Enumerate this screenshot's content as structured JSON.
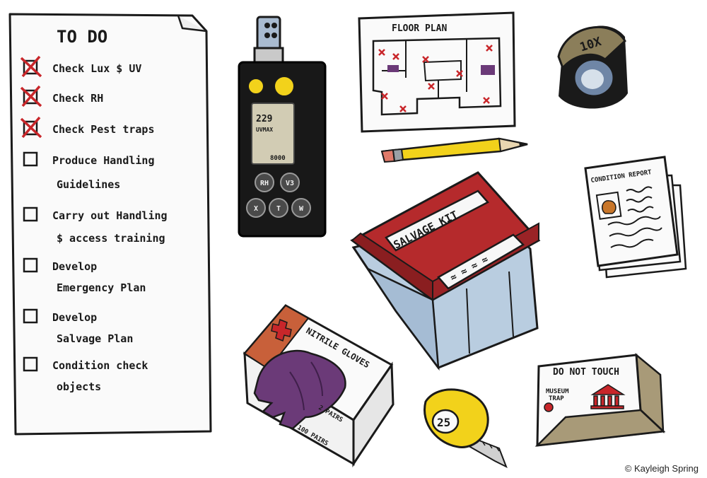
{
  "todo": {
    "title": "TO DO",
    "items": [
      {
        "line1": "Check Lux $ UV",
        "line2": "",
        "checked": true
      },
      {
        "line1": "Check RH",
        "line2": "",
        "checked": true
      },
      {
        "line1": "Check Pest traps",
        "line2": "",
        "checked": true
      },
      {
        "line1": "Produce Handling",
        "line2": "Guidelines",
        "checked": false
      },
      {
        "line1": "Carry out Handling",
        "line2": "$ access training",
        "checked": false
      },
      {
        "line1": "Develop",
        "line2": "Emergency Plan",
        "checked": false
      },
      {
        "line1": "Develop",
        "line2": "Salvage Plan",
        "checked": false
      },
      {
        "line1": "Condition check",
        "line2": "objects",
        "checked": false
      }
    ]
  },
  "meter": {
    "reading1": "229",
    "reading2": "UVMAX",
    "reading3": "8000",
    "buttons": [
      "RH",
      "V3",
      "X",
      "T",
      "W"
    ]
  },
  "floor_plan": {
    "title": "FLOOR PLAN"
  },
  "loupe": {
    "label": "10X"
  },
  "report": {
    "title": "CONDITION REPORT"
  },
  "salvage_kit": {
    "label": "SALVAGE KIT",
    "note": "≈ ≈ ≈ ≈"
  },
  "gloves": {
    "label": "NITRILE GLOVES",
    "size1": "2 PAIRS",
    "size2": "100 PAIRS"
  },
  "tape": {
    "label": "25"
  },
  "trap": {
    "label": "DO NOT TOUCH",
    "sublabel1": "MUSEUM",
    "sublabel2": "TRAP"
  },
  "copyright": "© Kayleigh Spring",
  "colors": {
    "check_red": "#c8262a",
    "kit_red": "#b52a2c",
    "kit_blue": "#b9cde0",
    "glove_purple": "#6b3a78",
    "tape_yellow": "#f2d21b",
    "loupe_khaki": "#8b7e5a"
  }
}
